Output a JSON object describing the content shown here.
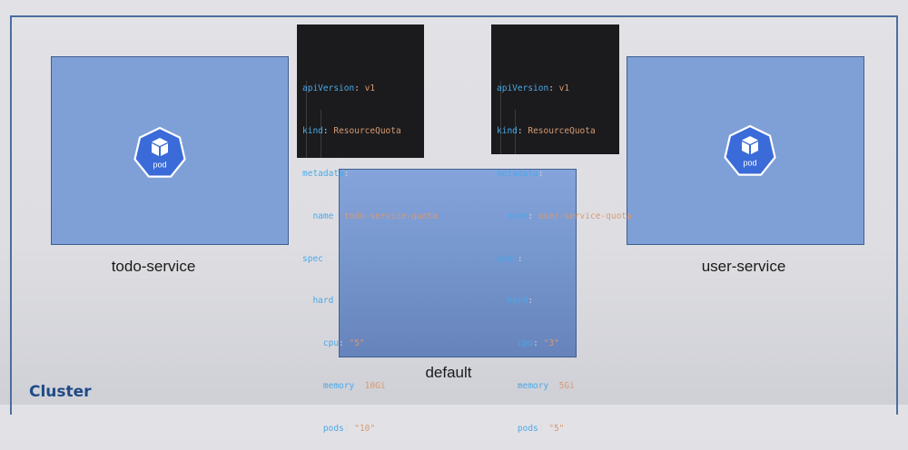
{
  "cluster": {
    "label": "Cluster"
  },
  "namespaces": {
    "todo": {
      "label": "todo-service",
      "pod_label": "pod"
    },
    "user": {
      "label": "user-service",
      "pod_label": "pod"
    },
    "default": {
      "label": "default"
    }
  },
  "quotas": {
    "todo": {
      "api_key": "apiVersion",
      "api_value": "v1",
      "kind_key": "kind",
      "kind_value": "ResourceQuota",
      "metadata_key": "metadata",
      "name_key": "name",
      "name_value": "todo-service-quota",
      "spec_key": "spec",
      "hard_key": "hard",
      "cpu_key": "cpu",
      "cpu_value": "\"5\"",
      "memory_key": "memory",
      "memory_value": "10Gi",
      "pods_key": "pods",
      "pods_value": "\"10\""
    },
    "user": {
      "api_key": "apiVersion",
      "api_value": "v1",
      "kind_key": "kind",
      "kind_value": "ResourceQuota",
      "metadata_key": "metadata",
      "name_key": "name",
      "name_value": "user-service-quota",
      "spec_key": "spec",
      "hard_key": "hard",
      "cpu_key": "cpu",
      "cpu_value": "\"3\"",
      "memory_key": "memory",
      "memory_value": "5Gi",
      "pods_key": "pods",
      "pods_value": "\"5\""
    }
  },
  "colors": {
    "namespace_fill": "#7f9fd7",
    "pod_badge": "#3a6bd8",
    "cluster_border": "#4b6e9e",
    "cluster_label": "#1f4b86"
  },
  "icons": {
    "pod": "kubernetes-pod-icon"
  }
}
